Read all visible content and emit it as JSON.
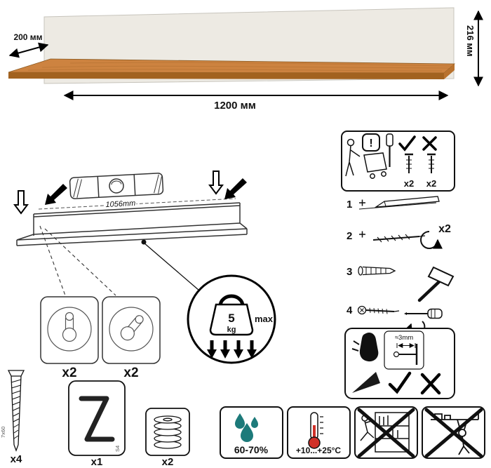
{
  "dimensions": {
    "depth": "200 мм",
    "width": "1200 мм",
    "height": "216 мм"
  },
  "drawing": {
    "mount_spacing": "1056mm"
  },
  "hangers": {
    "count_left": "x2",
    "count_right": "x2"
  },
  "load": {
    "value": "5",
    "unit": "kg",
    "max_label": "max"
  },
  "guide": {
    "exclamation": "!",
    "screws_count_a": "x2",
    "screws_count_b": "x2",
    "step1": "1",
    "step2": "2",
    "step3": "3",
    "step4": "4",
    "repeat": "x2",
    "gap": "≈3mm"
  },
  "hardware": {
    "screw_count": "x4",
    "screw_size": "7x60",
    "key_count": "x1",
    "key_size": "S4",
    "washers_count": "x2"
  },
  "conditions": {
    "humidity": "60-70%",
    "temperature": "+10...+25°C"
  },
  "colors": {
    "wood": "#cd8340",
    "wood_edge": "#a2621f",
    "panel": "#edeae3",
    "red": "#d03028",
    "drop": "#1d7a7a",
    "line": "#111111"
  }
}
